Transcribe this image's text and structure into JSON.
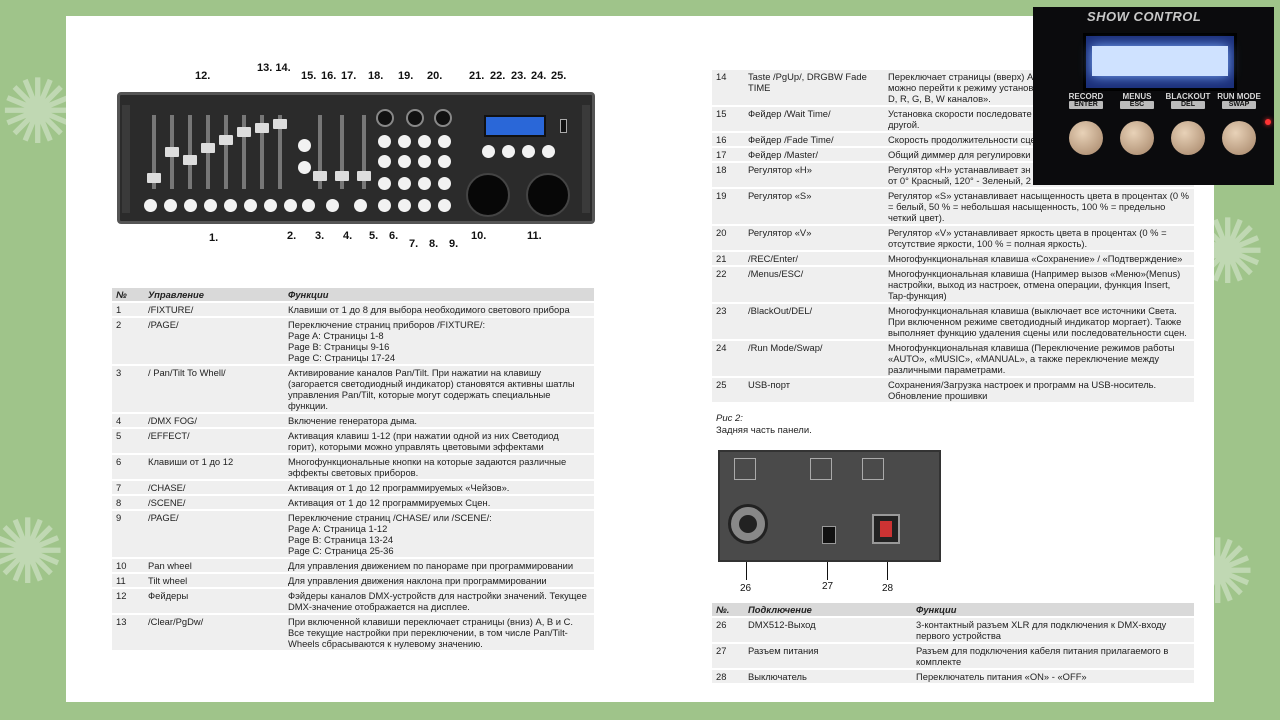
{
  "fig1": {
    "top_numbers": [
      "12.",
      "13. 14.",
      "15.",
      "16.",
      "17.",
      "18.",
      "19.",
      "20.",
      "21.",
      "22.",
      "23.",
      "24.",
      "25."
    ],
    "bottom_numbers": [
      "1.",
      "2.",
      "3.",
      "4.",
      "5.",
      "6.",
      "7.",
      "8.",
      "9.",
      "10.",
      "11."
    ]
  },
  "table1": {
    "headers": [
      "№",
      "Управление",
      "Функции"
    ],
    "rows": [
      {
        "n": "1",
        "ctrl": "/FIXTURE/",
        "func": "Клавиши от 1 до 8 для выбора необходимого светового прибора"
      },
      {
        "n": "2",
        "ctrl": "/PAGE/",
        "func": "Переключение страниц приборов /FIXTURE/:\nPage A: Страницы 1-8\nPage B: Страницы 9-16\nPage C: Страницы 17-24"
      },
      {
        "n": "3",
        "ctrl": "/ Pan/Tilt To Whell/",
        "func": "Активирование каналов Pan/Tilt. При нажатии на клавишу (загорается светодиодный индикатор) становятся активны шатлы управления Pan/Tilt, которые могут содержать специальные функции."
      },
      {
        "n": "4",
        "ctrl": "/DMX FOG/",
        "func": "Включение генератора дыма."
      },
      {
        "n": "5",
        "ctrl": "/EFFECT/",
        "func": "Активация клавиш 1-12 (при нажатии одной из них Светодиод горит), которыми можно управлять цветовыми эффектами"
      },
      {
        "n": "6",
        "ctrl": "Клавиши от 1 до 12",
        "func": "Многофункциональные кнопки на которые задаются различные эффекты световых приборов."
      },
      {
        "n": "7",
        "ctrl": " /CHASE/",
        "func": "Активация от 1 до 12 программируемых «Чейзов»."
      },
      {
        "n": "8",
        "ctrl": " /SCENE/",
        "func": "Активация от 1 до 12 программируемых Сцен."
      },
      {
        "n": "9",
        "ctrl": " /PAGE/",
        "func": "Переключение страниц /CHASE/ или /SCENE/:\nPage A: Страница 1-12\nPage B: Страница 13-24\nPage C: Страница 25-36"
      },
      {
        "n": "10",
        "ctrl": "Pan wheel",
        "func": "Для управления движением по панораме при программировании"
      },
      {
        "n": "11",
        "ctrl": "Tilt wheel",
        "func": "Для управления движения наклона при программировании"
      },
      {
        "n": "12",
        "ctrl": "Фейдеры",
        "func": "Фэйдеры каналов DMX-устройств для настройки значений. Текущее DMX-значение отображается на дисплее."
      },
      {
        "n": "13",
        "ctrl": "/Clear/PgDw/",
        "func": "При включенной клавиши переключает страницы (вниз) A, B и C. Все текущие настройки при переключении, в том числе Pan/Tilt-Wheels сбрасываются  к  нулевому значению."
      }
    ]
  },
  "table2": {
    "rows": [
      {
        "n": "14",
        "ctrl": "Taste /PgUp/, DRGBW Fade TIME",
        "func": "Переключает страницы (вверх) A\nможно перейти к режиму установ\nD, R, G, B, W каналов»."
      },
      {
        "n": "15",
        "ctrl": "Фейдер /Wait Time/",
        "func": "Установка скорости последовате\nдругой."
      },
      {
        "n": "16",
        "ctrl": "Фейдер /Fade Time/",
        "func": "Скорость продолжительности сце"
      },
      {
        "n": "17",
        "ctrl": "Фейдер /Master/",
        "func": "Общий диммер для регулировки"
      },
      {
        "n": "18",
        "ctrl": "Регулятор «H»",
        "func": "Регулятор «H» устанавливает зн\nот 0° Красный, 120° - Зеленый, 2"
      },
      {
        "n": "19",
        "ctrl": "Регулятор «S»",
        "func": "Регулятор «S» устанавливает насыщенность цвета в процентах (0 % = белый, 50 % = небольшая насыщенность, 100 % = предельно четкий цвет)."
      },
      {
        "n": "20",
        "ctrl": "Регулятор «V»",
        "func": "Регулятор  «V» устанавливает яркость цвета в процентах (0 % = отсутствие яркости, 100 % = полная яркость)."
      },
      {
        "n": "21",
        "ctrl": "/REC/Enter/",
        "func": "Многофункциональная клавиша «Сохранение» / «Подтверждение»"
      },
      {
        "n": "22",
        "ctrl": "/Menus/ESC/",
        "func": "Многофункциональная клавиша (Например вызов «Меню»(Menus) настройки, выход из настроек, отмена операции, функция Insert, Tap-функция)"
      },
      {
        "n": "23",
        "ctrl": " /BlackOut/DEL/",
        "func": "Многофункциональная клавиша (выключает все источники Света. При включенном режиме светодиодный индикатор моргает). Также выполняет функцию удаления сцены или последовательности сцен."
      },
      {
        "n": "24",
        "ctrl": "/Run Mode/Swap/",
        "func": "Многофункциональная клавиша (Переключение режимов работы «AUTO», «MUSIC», «MANUAL», а также переключение между различными параметрами."
      },
      {
        "n": "25",
        "ctrl": "USB-порт",
        "func": "Сохранения/Загрузка настроек и программ на USB-носитель. Обновление прошивки"
      }
    ]
  },
  "fig2": {
    "caption_title": "Рис 2:",
    "caption_text": "Задняя часть панели.",
    "numbers": [
      "26",
      "27",
      "28"
    ]
  },
  "table3": {
    "headers": [
      "№.",
      "Подключение",
      "Функции"
    ],
    "rows": [
      {
        "n": "26",
        "ctrl": "DMX512-Выход",
        "func": "3-контактный разъем XLR для подключения к DMX-входу первого устройства"
      },
      {
        "n": "27",
        "ctrl": "Разъем питания",
        "func": "Разъем для подключения кабеля питания прилагаемого в комплекте"
      },
      {
        "n": "28",
        "ctrl": "Выключатель",
        "func": "Переключатель питания «ON» - «OFF»"
      }
    ]
  },
  "photo": {
    "brand": "SHOW CONTROL",
    "buttons": [
      {
        "top": "RECORD",
        "sub": "ENTER"
      },
      {
        "top": "MENUS",
        "sub": "ESC"
      },
      {
        "top": "BLACKOUT",
        "sub": "DEL"
      },
      {
        "top": "RUN MODE",
        "sub": "SWAP"
      }
    ]
  }
}
